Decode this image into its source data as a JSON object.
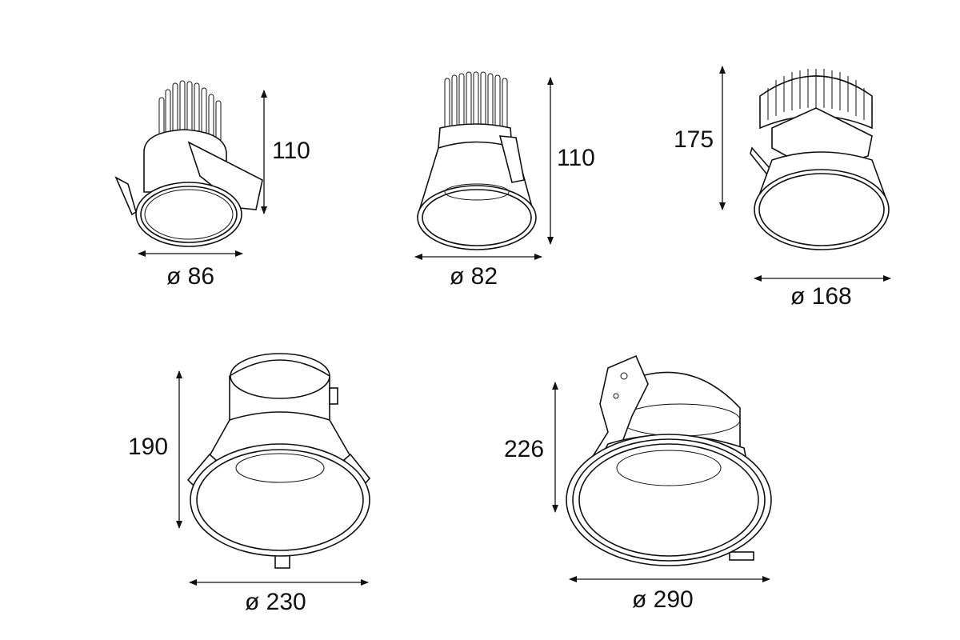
{
  "fixtures": [
    {
      "height": "110",
      "diameter": "ø 86"
    },
    {
      "height": "110",
      "diameter": "ø 82"
    },
    {
      "height": "175",
      "diameter": "ø 168"
    },
    {
      "height": "190",
      "diameter": "ø 230"
    },
    {
      "height": "226",
      "diameter": "ø 290"
    }
  ],
  "colors": {
    "line": "#111111",
    "background": "#ffffff"
  }
}
